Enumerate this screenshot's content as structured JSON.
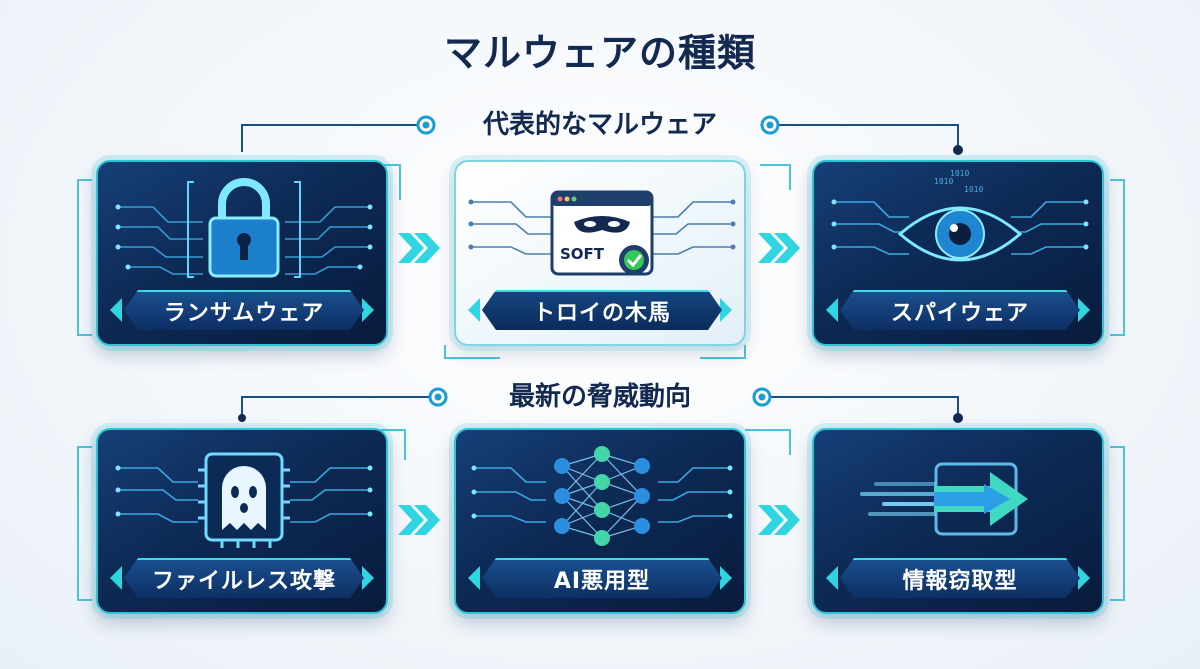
{
  "title": "マルウェアの種類",
  "sections": [
    {
      "title": "代表的なマルウェア",
      "cards": [
        {
          "label": "ランサムウェア",
          "icon": "padlock-icon",
          "theme": "dark"
        },
        {
          "label": "トロイの木馬",
          "icon": "masked-software-window-icon",
          "theme": "light",
          "icon_text": "SOFT"
        },
        {
          "label": "スパイウェア",
          "icon": "eye-icon",
          "theme": "dark",
          "icon_text": "1010"
        }
      ]
    },
    {
      "title": "最新の脅威動向",
      "cards": [
        {
          "label": "ファイルレス攻撃",
          "icon": "ghost-chip-icon",
          "theme": "dark"
        },
        {
          "label": "AI悪用型",
          "icon": "neural-network-icon",
          "theme": "dark"
        },
        {
          "label": "情報窃取型",
          "icon": "data-exfiltration-arrow-icon",
          "theme": "dark"
        }
      ]
    }
  ],
  "colors": {
    "accent": "#2ec5d6",
    "arrow": "#2fd6e2",
    "navy": "#13294f",
    "card_dark": "#0d2a55",
    "check_green": "#34c759"
  }
}
